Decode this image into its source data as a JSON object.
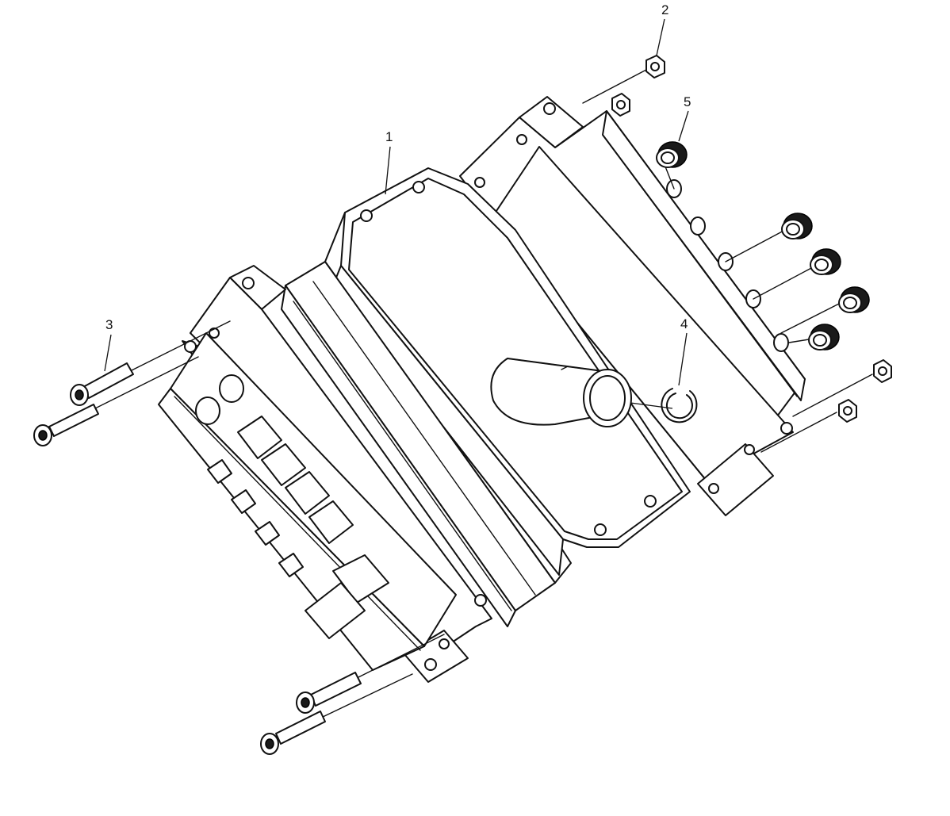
{
  "callouts": [
    {
      "id": "1",
      "label": "1"
    },
    {
      "id": "2",
      "label": "2"
    },
    {
      "id": "3",
      "label": "3"
    },
    {
      "id": "4",
      "label": "4"
    },
    {
      "id": "5",
      "label": "5"
    }
  ],
  "colors": {
    "line": "#111111",
    "background": "#ffffff"
  }
}
